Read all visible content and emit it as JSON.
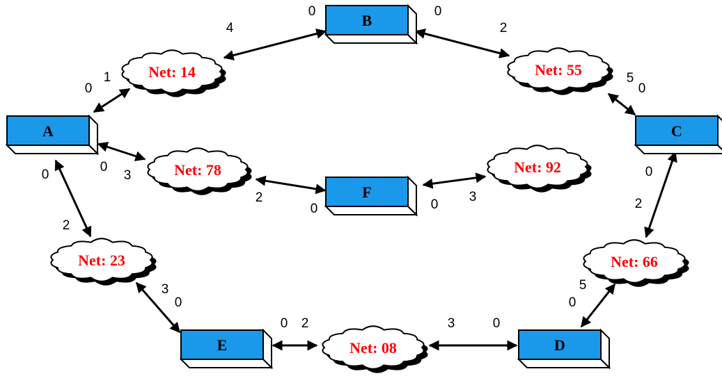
{
  "colors": {
    "router_front": "#1a98ea",
    "router_side": "#ffffff",
    "net_text": "#ff0000",
    "line": "#000000"
  },
  "routers": [
    {
      "id": "A",
      "label": "A"
    },
    {
      "id": "B",
      "label": "B"
    },
    {
      "id": "C",
      "label": "C"
    },
    {
      "id": "D",
      "label": "D"
    },
    {
      "id": "E",
      "label": "E"
    },
    {
      "id": "F",
      "label": "F"
    }
  ],
  "networks": [
    {
      "id": "14",
      "label": "Net: 14"
    },
    {
      "id": "55",
      "label": "Net: 55"
    },
    {
      "id": "78",
      "label": "Net: 78"
    },
    {
      "id": "92",
      "label": "Net: 92"
    },
    {
      "id": "23",
      "label": "Net: 23"
    },
    {
      "id": "66",
      "label": "Net: 66"
    },
    {
      "id": "08",
      "label": "Net: 08"
    }
  ],
  "links": [
    {
      "router": "B",
      "network": "14",
      "router_port": "0",
      "network_port": "4"
    },
    {
      "router": "B",
      "network": "55",
      "router_port": "0",
      "network_port": "2"
    },
    {
      "router": "A",
      "network": "14",
      "router_port": "0",
      "network_port": "1"
    },
    {
      "router": "C",
      "network": "55",
      "router_port": "0",
      "network_port": "5"
    },
    {
      "router": "A",
      "network": "78",
      "router_port": "0",
      "network_port": "3"
    },
    {
      "router": "F",
      "network": "78",
      "router_port": "0",
      "network_port": "2"
    },
    {
      "router": "F",
      "network": "92",
      "router_port": "0",
      "network_port": "3"
    },
    {
      "router": "A",
      "network": "23",
      "router_port": "0",
      "network_port": "2"
    },
    {
      "router": "C",
      "network": "66",
      "router_port": "0",
      "network_port": "2"
    },
    {
      "router": "E",
      "network": "23",
      "router_port": "0",
      "network_port": "3"
    },
    {
      "router": "D",
      "network": "66",
      "router_port": "0",
      "network_port": "5"
    },
    {
      "router": "E",
      "network": "08",
      "router_port": "0",
      "network_port": "2"
    },
    {
      "router": "D",
      "network": "08",
      "router_port": "0",
      "network_port": "3"
    }
  ]
}
